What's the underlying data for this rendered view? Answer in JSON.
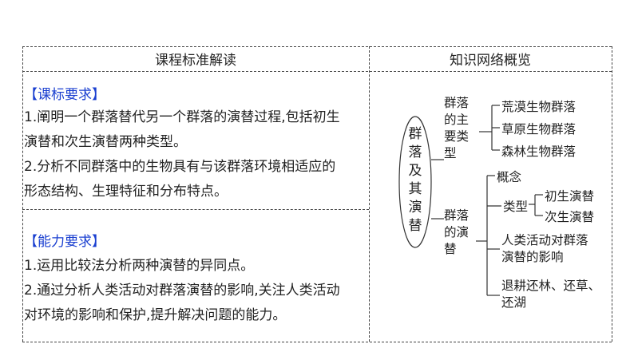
{
  "table": {
    "left_header": "课程标准解读",
    "right_header": "知识网络概览"
  },
  "curriculum": {
    "title": "【课标要求】",
    "lines": [
      "1.阐明一个群落替代另一个群落的演替过程,包括初生",
      "演替和次生演替两种类型。",
      "2.分析不同群落中的生物具有与该群落环境相适应的",
      "形态结构、生理特征和分布特点。"
    ]
  },
  "ability": {
    "title": "【能力要求】",
    "lines": [
      "1.运用比较法分析两种演替的异同点。",
      "2.通过分析人类活动对群落演替的影响,关注人类活动",
      "对环境的影响和保护,提升解决问题的能力。"
    ]
  },
  "knowledge_map": {
    "root": "群落及其演替",
    "branch_types": {
      "label": "群落的主要类型",
      "items": [
        "荒漠生物群落",
        "草原生物群落",
        "森林生物群落"
      ]
    },
    "branch_succession": {
      "label": "群落的演替",
      "concept": "概念",
      "types_label": "类型",
      "types": [
        "初生演替",
        "次生演替"
      ],
      "human_activity": [
        "人类活动对群落",
        "演替的影响"
      ],
      "restoration": [
        "退耕还林、还草、",
        "还湖"
      ]
    }
  }
}
